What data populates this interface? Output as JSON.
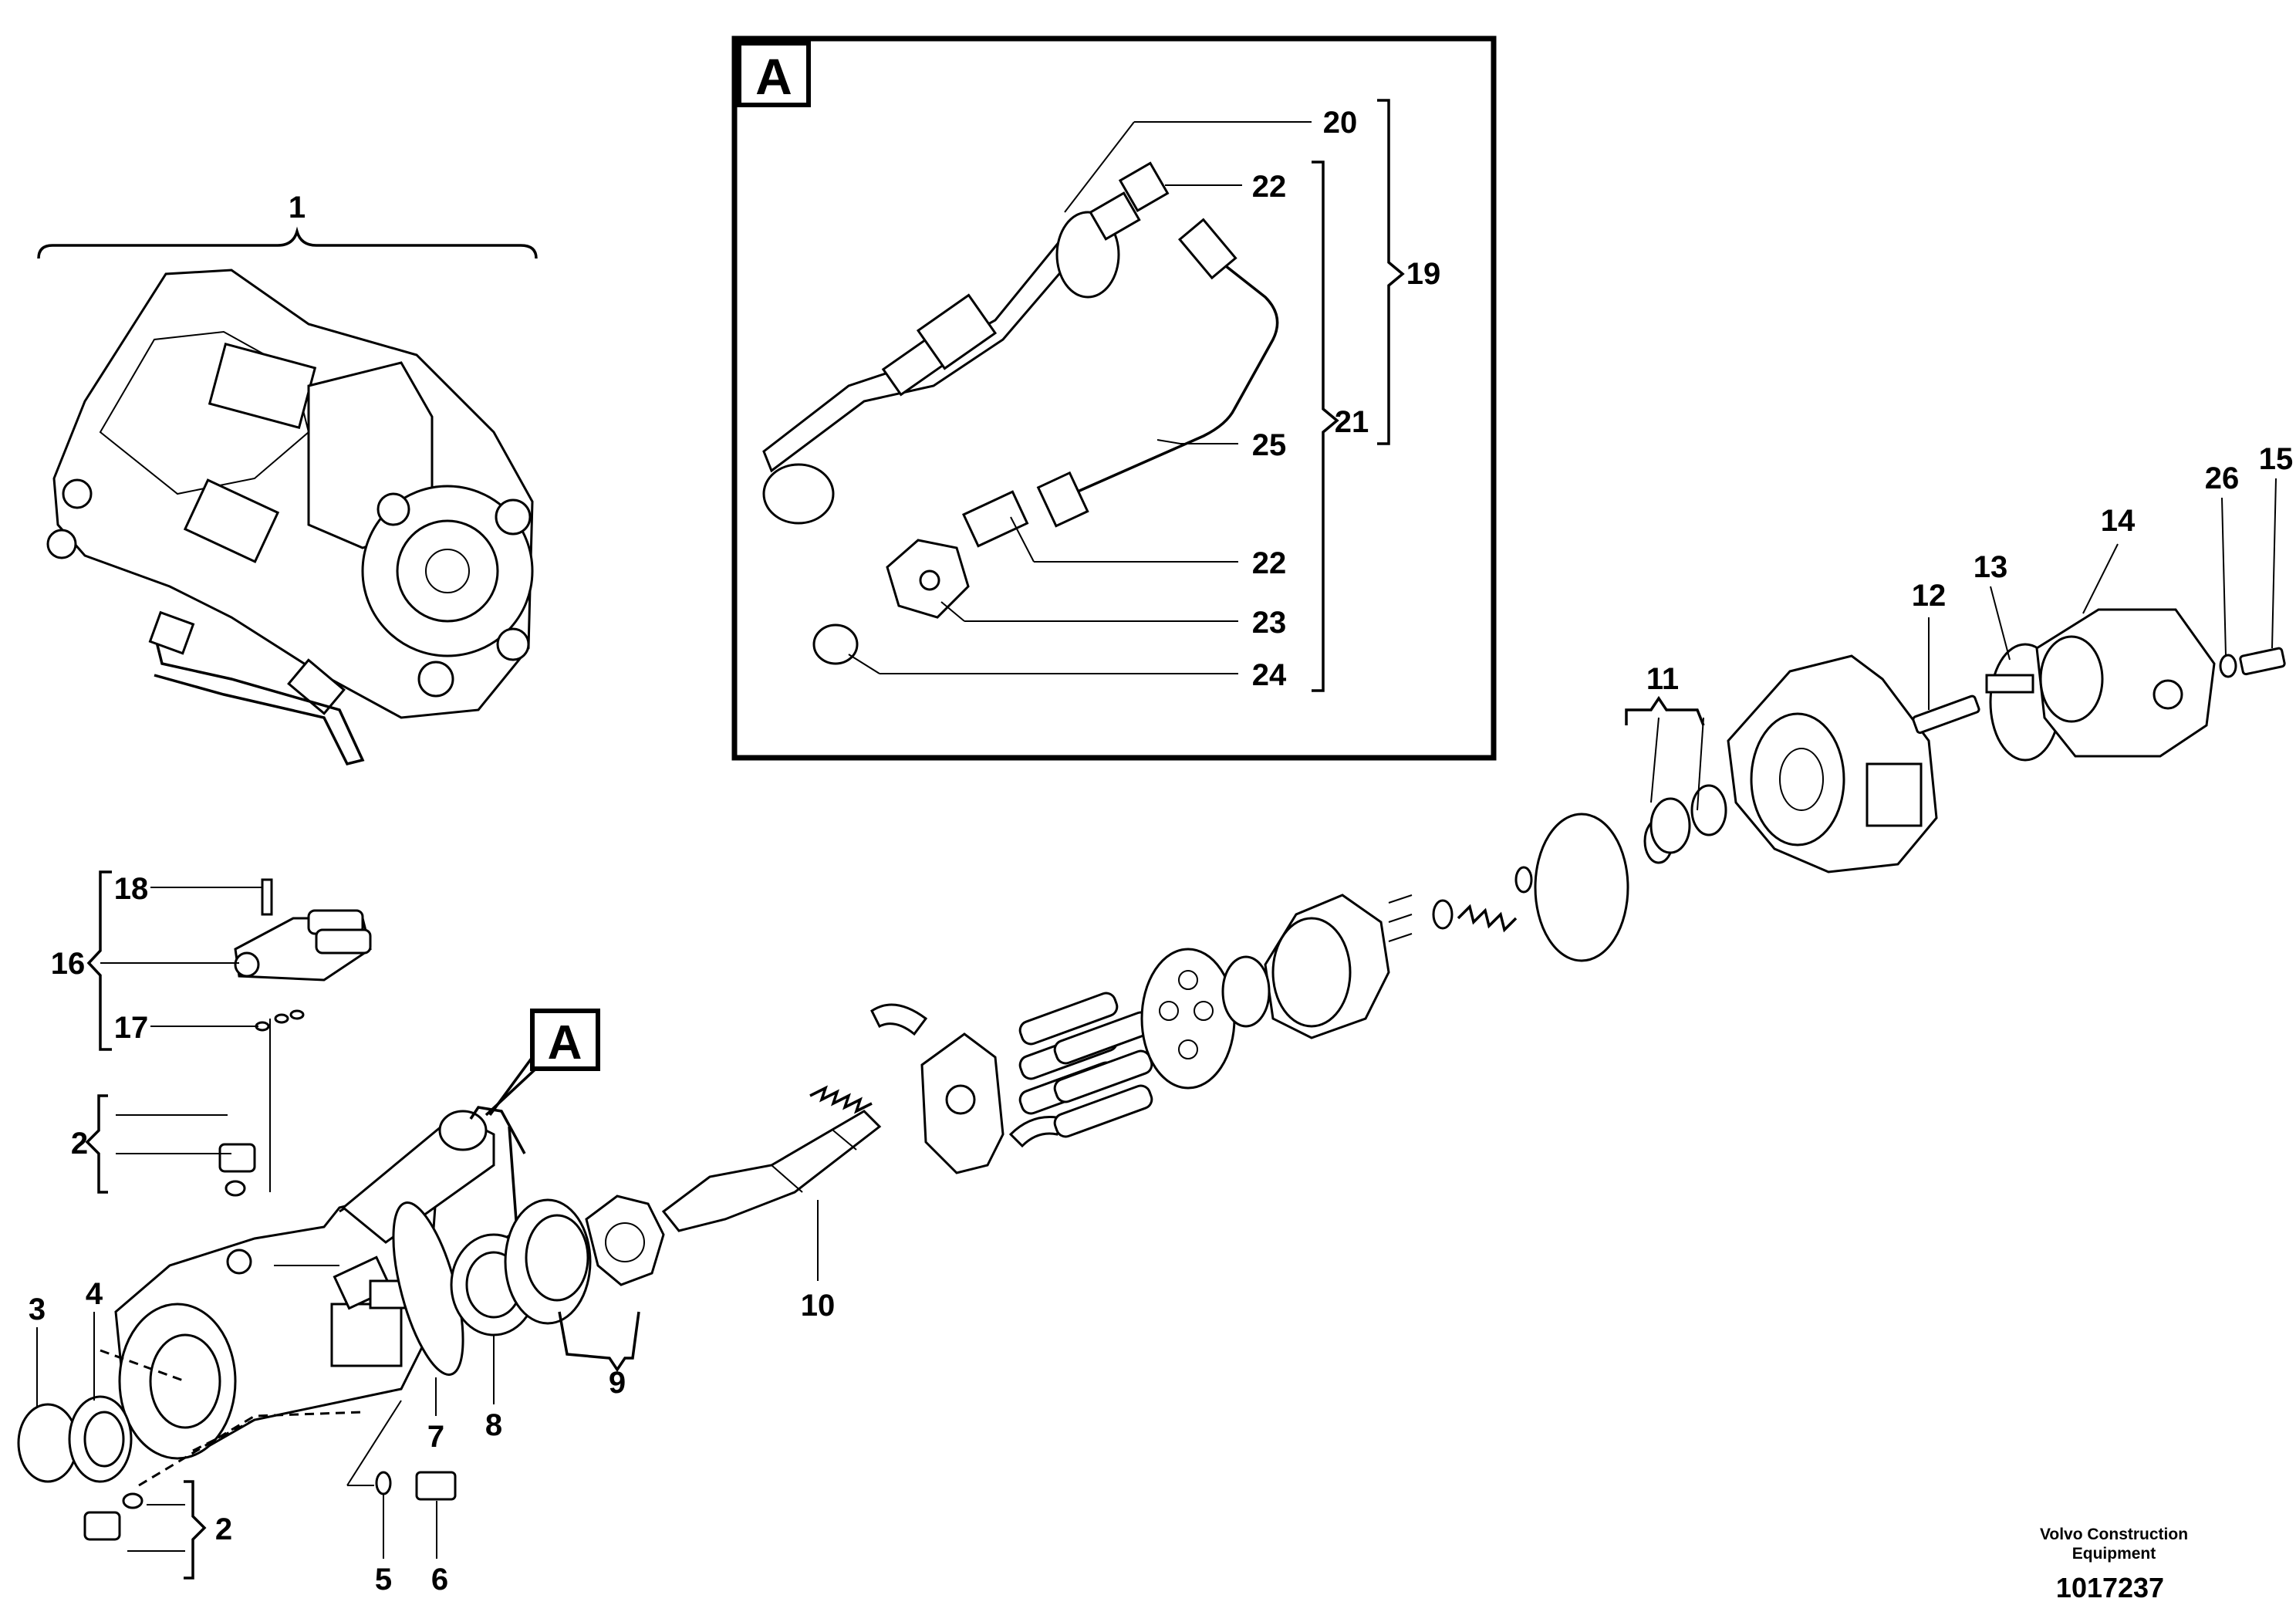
{
  "detail_box": {
    "label": "A"
  },
  "detail_tag": {
    "label": "A"
  },
  "callouts": {
    "c1": "1",
    "c2a": "2",
    "c2b": "2",
    "c3": "3",
    "c4": "4",
    "c5": "5",
    "c6": "6",
    "c7": "7",
    "c8": "8",
    "c9": "9",
    "c10": "10",
    "c11": "11",
    "c12": "12",
    "c13": "13",
    "c14": "14",
    "c15": "15",
    "c16": "16",
    "c17": "17",
    "c18": "18",
    "c19": "19",
    "c20": "20",
    "c21": "21",
    "c22a": "22",
    "c22b": "22",
    "c23": "23",
    "c24": "24",
    "c25": "25",
    "c26": "26"
  },
  "footer": {
    "company_line1": "Volvo Construction",
    "company_line2": "Equipment",
    "drawing_number": "1017237"
  }
}
